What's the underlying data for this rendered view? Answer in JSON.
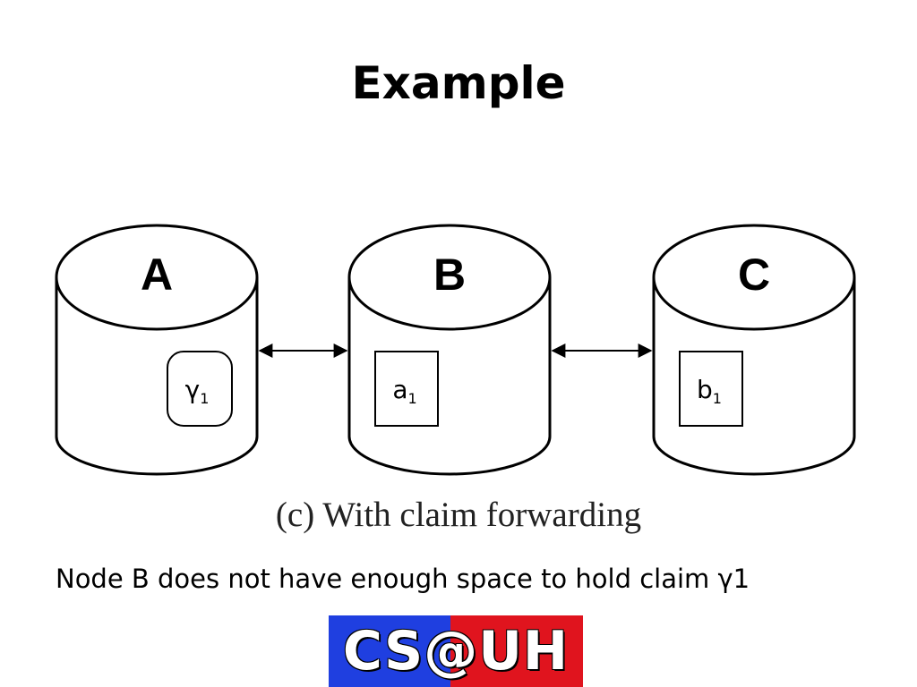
{
  "slide": {
    "title": "Example",
    "caption": "(c) With claim forwarding",
    "body_text": "Node B does not have enough space to hold claim γ1"
  },
  "diagram": {
    "nodes": [
      {
        "label": "A",
        "item": "γ",
        "item_sub": "1",
        "item_shape": "rounded"
      },
      {
        "label": "B",
        "item": "a",
        "item_sub": "1",
        "item_shape": "square"
      },
      {
        "label": "C",
        "item": "b",
        "item_sub": "1",
        "item_shape": "square"
      }
    ],
    "links": [
      {
        "from": "A",
        "to": "B",
        "direction": "bidirectional"
      },
      {
        "from": "B",
        "to": "C",
        "direction": "bidirectional"
      }
    ]
  },
  "logo": {
    "text": "CS@UH",
    "color_left": "#1f3fe0",
    "color_right": "#e0141e"
  }
}
